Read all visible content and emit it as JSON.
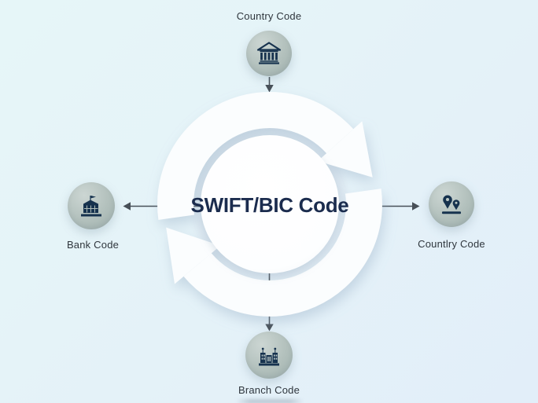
{
  "title": "SWIFT/BIC Code",
  "nodes": {
    "top": {
      "label": "Country Code",
      "icon": "bank-building-icon"
    },
    "left": {
      "label": "Bank Code",
      "icon": "bank-flag-icon"
    },
    "right": {
      "label": "Countlry Code",
      "icon": "map-pins-icon"
    },
    "bottom": {
      "label": "Branch Code",
      "icon": "branch-buildings-icon"
    }
  },
  "ring": {
    "style": "two white circular arrows forming a clockwise cycle around a white disc",
    "arrow_direction": "clockwise"
  },
  "connectors": {
    "top": "into-ring-downward",
    "left": "out-of-ring-leftward",
    "right": "out-of-ring-rightward",
    "bottom": "out-of-ring-downward"
  },
  "colors": {
    "background_start": "#e6f6f8",
    "background_end": "#e2eef9",
    "ring_white": "#fbfdfe",
    "ring_shadow": "#8fa9bf",
    "title_text": "#1b2c4e",
    "label_text": "#2f363d",
    "icon_glyph": "#16324e",
    "icon_circle_light": "#ccd6d3",
    "icon_circle_dark": "#9daeab",
    "connector_line": "#474f57"
  }
}
